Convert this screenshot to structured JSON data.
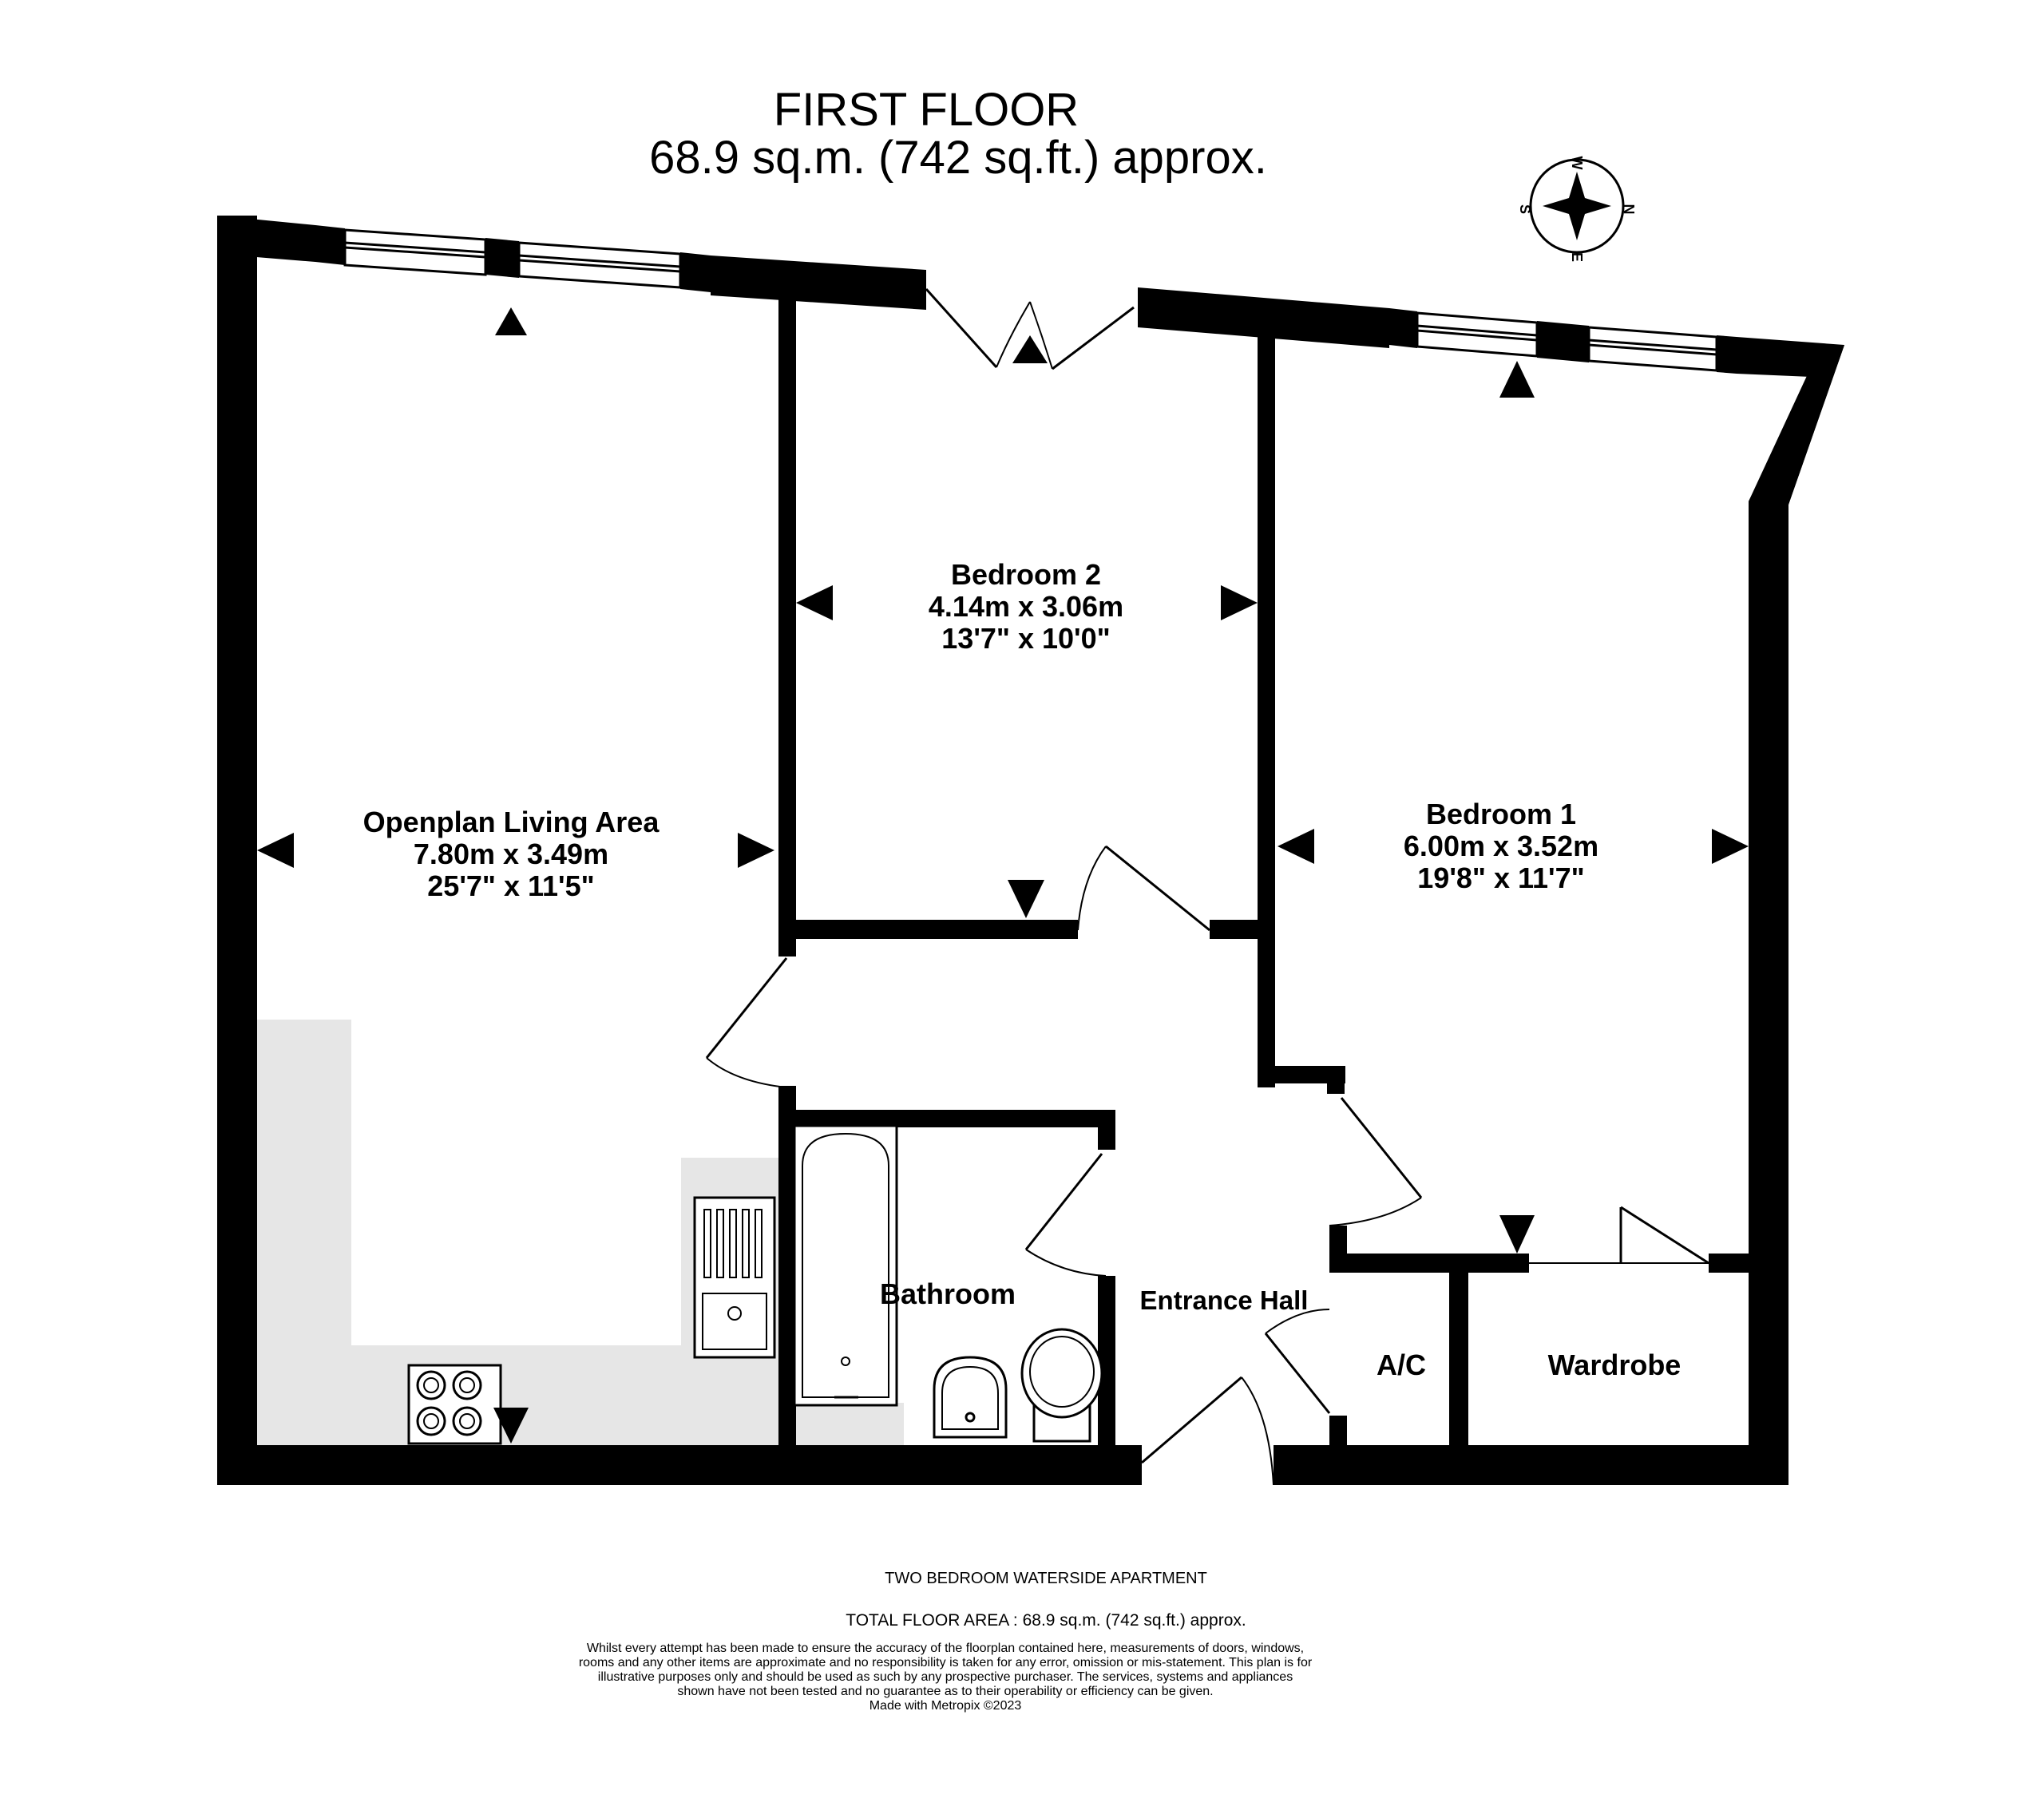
{
  "header": {
    "title": "FIRST FLOOR",
    "area": "68.9 sq.m. (742 sq.ft.) approx."
  },
  "compass": {
    "n": "N",
    "e": "E",
    "s": "S",
    "w": "W"
  },
  "rooms": {
    "living": {
      "name": "Openplan Living Area",
      "metric": "7.80m  x 3.49m",
      "imperial": "25'7\"  x 11'5\""
    },
    "bedroom2": {
      "name": "Bedroom 2",
      "metric": "4.14m  x 3.06m",
      "imperial": "13'7\"  x 10'0\""
    },
    "bedroom1": {
      "name": "Bedroom 1",
      "metric": "6.00m  x 3.52m",
      "imperial": "19'8\"  x 11'7\""
    },
    "bathroom": {
      "name": "Bathroom"
    },
    "hall": {
      "name": "Entrance Hall"
    },
    "ac": {
      "name": "A/C"
    },
    "wardrobe": {
      "name": "Wardrobe"
    }
  },
  "footer": {
    "subtitle": "TWO BEDROOM WATERSIDE APARTMENT",
    "total": "TOTAL FLOOR AREA : 68.9 sq.m. (742 sq.ft.) approx.",
    "disclaimer": "Whilst every attempt has been made to ensure the accuracy of the floorplan contained here, measurements of doors, windows, rooms and any other items are approximate and no responsibility is taken for any error, omission or mis-statement. This plan is for illustrative purposes only and should be used as such by any prospective purchaser. The services, systems and appliances shown have not been tested and no guarantee as to their operability or efficiency can be given.",
    "credit": "Made with Metropix ©2023"
  },
  "colors": {
    "wall": "#000000",
    "counter": "#e6e6e6",
    "background": "#ffffff"
  }
}
